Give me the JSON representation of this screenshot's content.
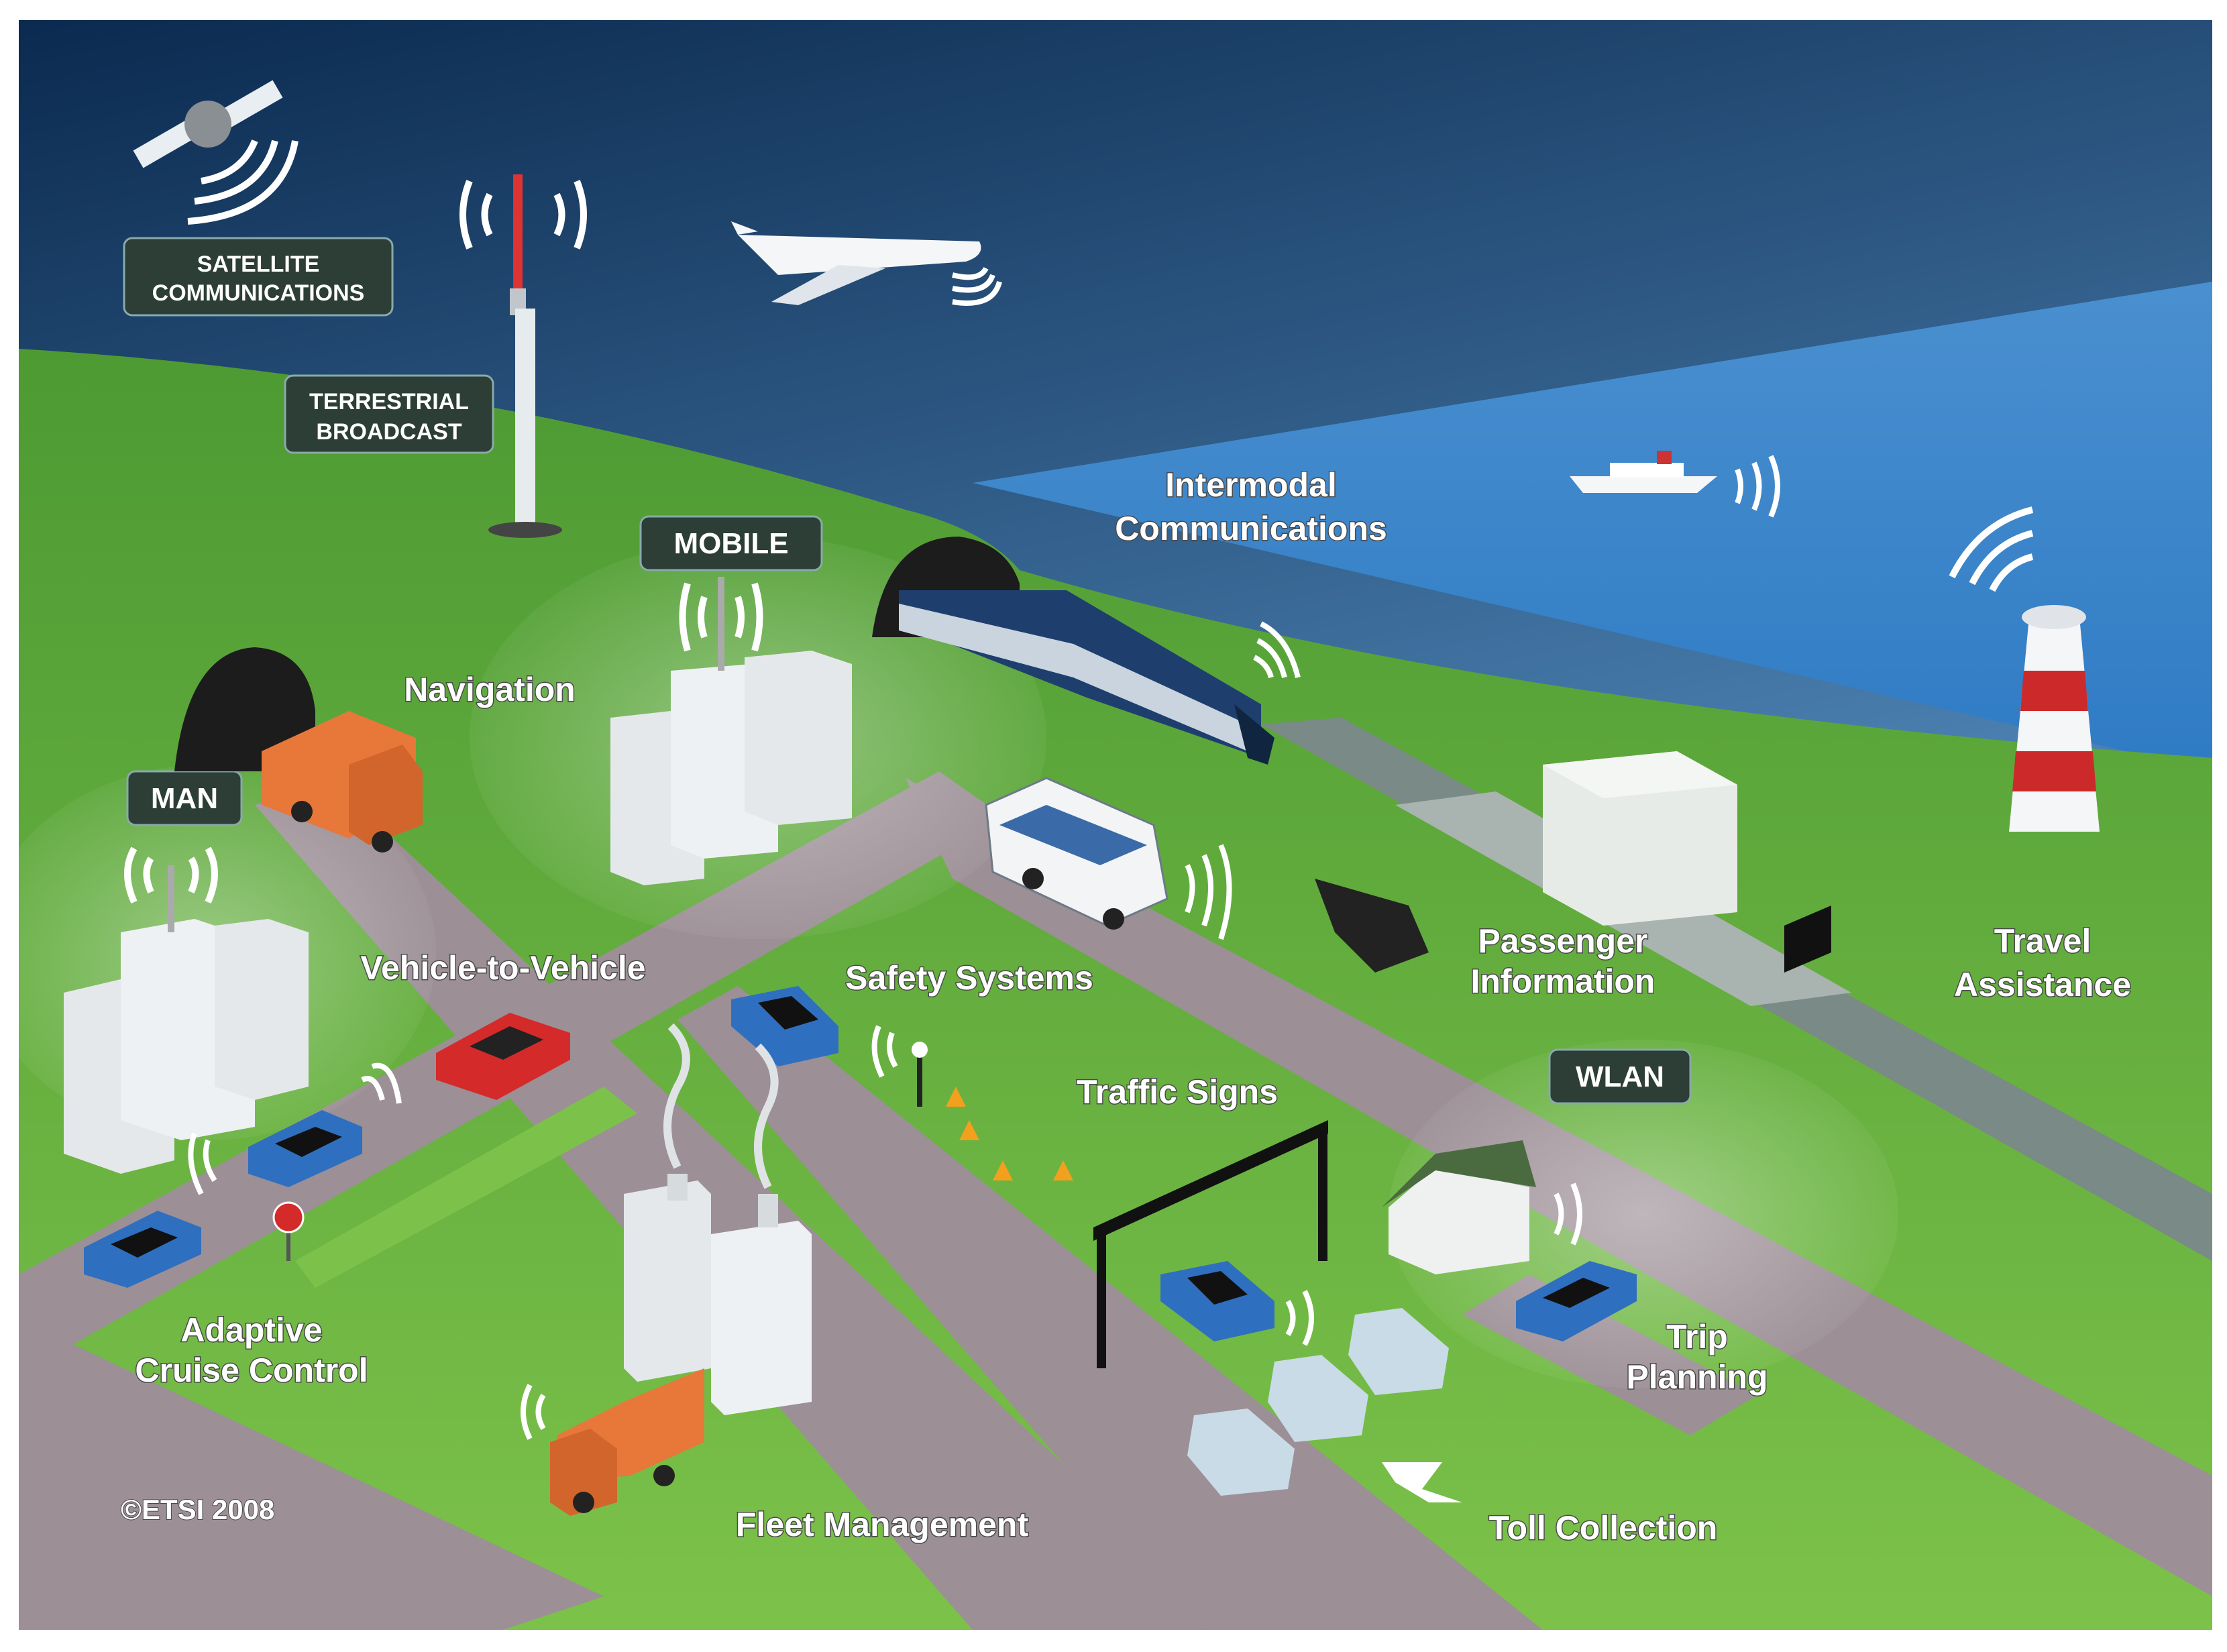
{
  "labels": {
    "satellite_line1": "SATELLITE",
    "satellite_line2": "COMMUNICATIONS",
    "terrestrial_line1": "TERRESTRIAL",
    "terrestrial_line2": "BROADCAST",
    "mobile": "MOBILE",
    "man": "MAN",
    "wlan": "WLAN",
    "intermodal_line1": "Intermodal",
    "intermodal_line2": "Communications",
    "navigation": "Navigation",
    "vehicle_to_vehicle": "Vehicle-to-Vehicle",
    "safety_systems": "Safety Systems",
    "passenger_line1": "Passenger",
    "passenger_line2": "Information",
    "travel_line1": "Travel",
    "travel_line2": "Assistance",
    "traffic_signs": "Traffic Signs",
    "adaptive_line1": "Adaptive",
    "adaptive_line2": "Cruise Control",
    "trip_line1": "Trip",
    "trip_line2": "Planning",
    "fleet_management": "Fleet Management",
    "toll_collection": "Toll Collection",
    "copyright": "©ETSI 2008"
  },
  "colors": {
    "sky_top": "#0b2a4f",
    "sky_bottom": "#5e9fd6",
    "sea": "#3d86cc",
    "grass": "#5aa83a",
    "grass_light": "#8ccf55",
    "road": "#9c8f96",
    "badge": "#2c3e35",
    "truck": "#e8773a",
    "car_blue": "#2f6fbf",
    "car_red": "#d42a2a"
  },
  "icons": [
    "satellite-icon",
    "broadcast-tower-icon",
    "airplane-icon",
    "ship-icon",
    "lighthouse-icon",
    "train-icon",
    "tunnel-icon",
    "building-icon",
    "truck-icon",
    "bus-icon",
    "car-icon",
    "house-icon",
    "factory-icon",
    "toll-gantry-icon",
    "stop-sign-icon",
    "traffic-cone-icon",
    "signal-waves-icon"
  ]
}
